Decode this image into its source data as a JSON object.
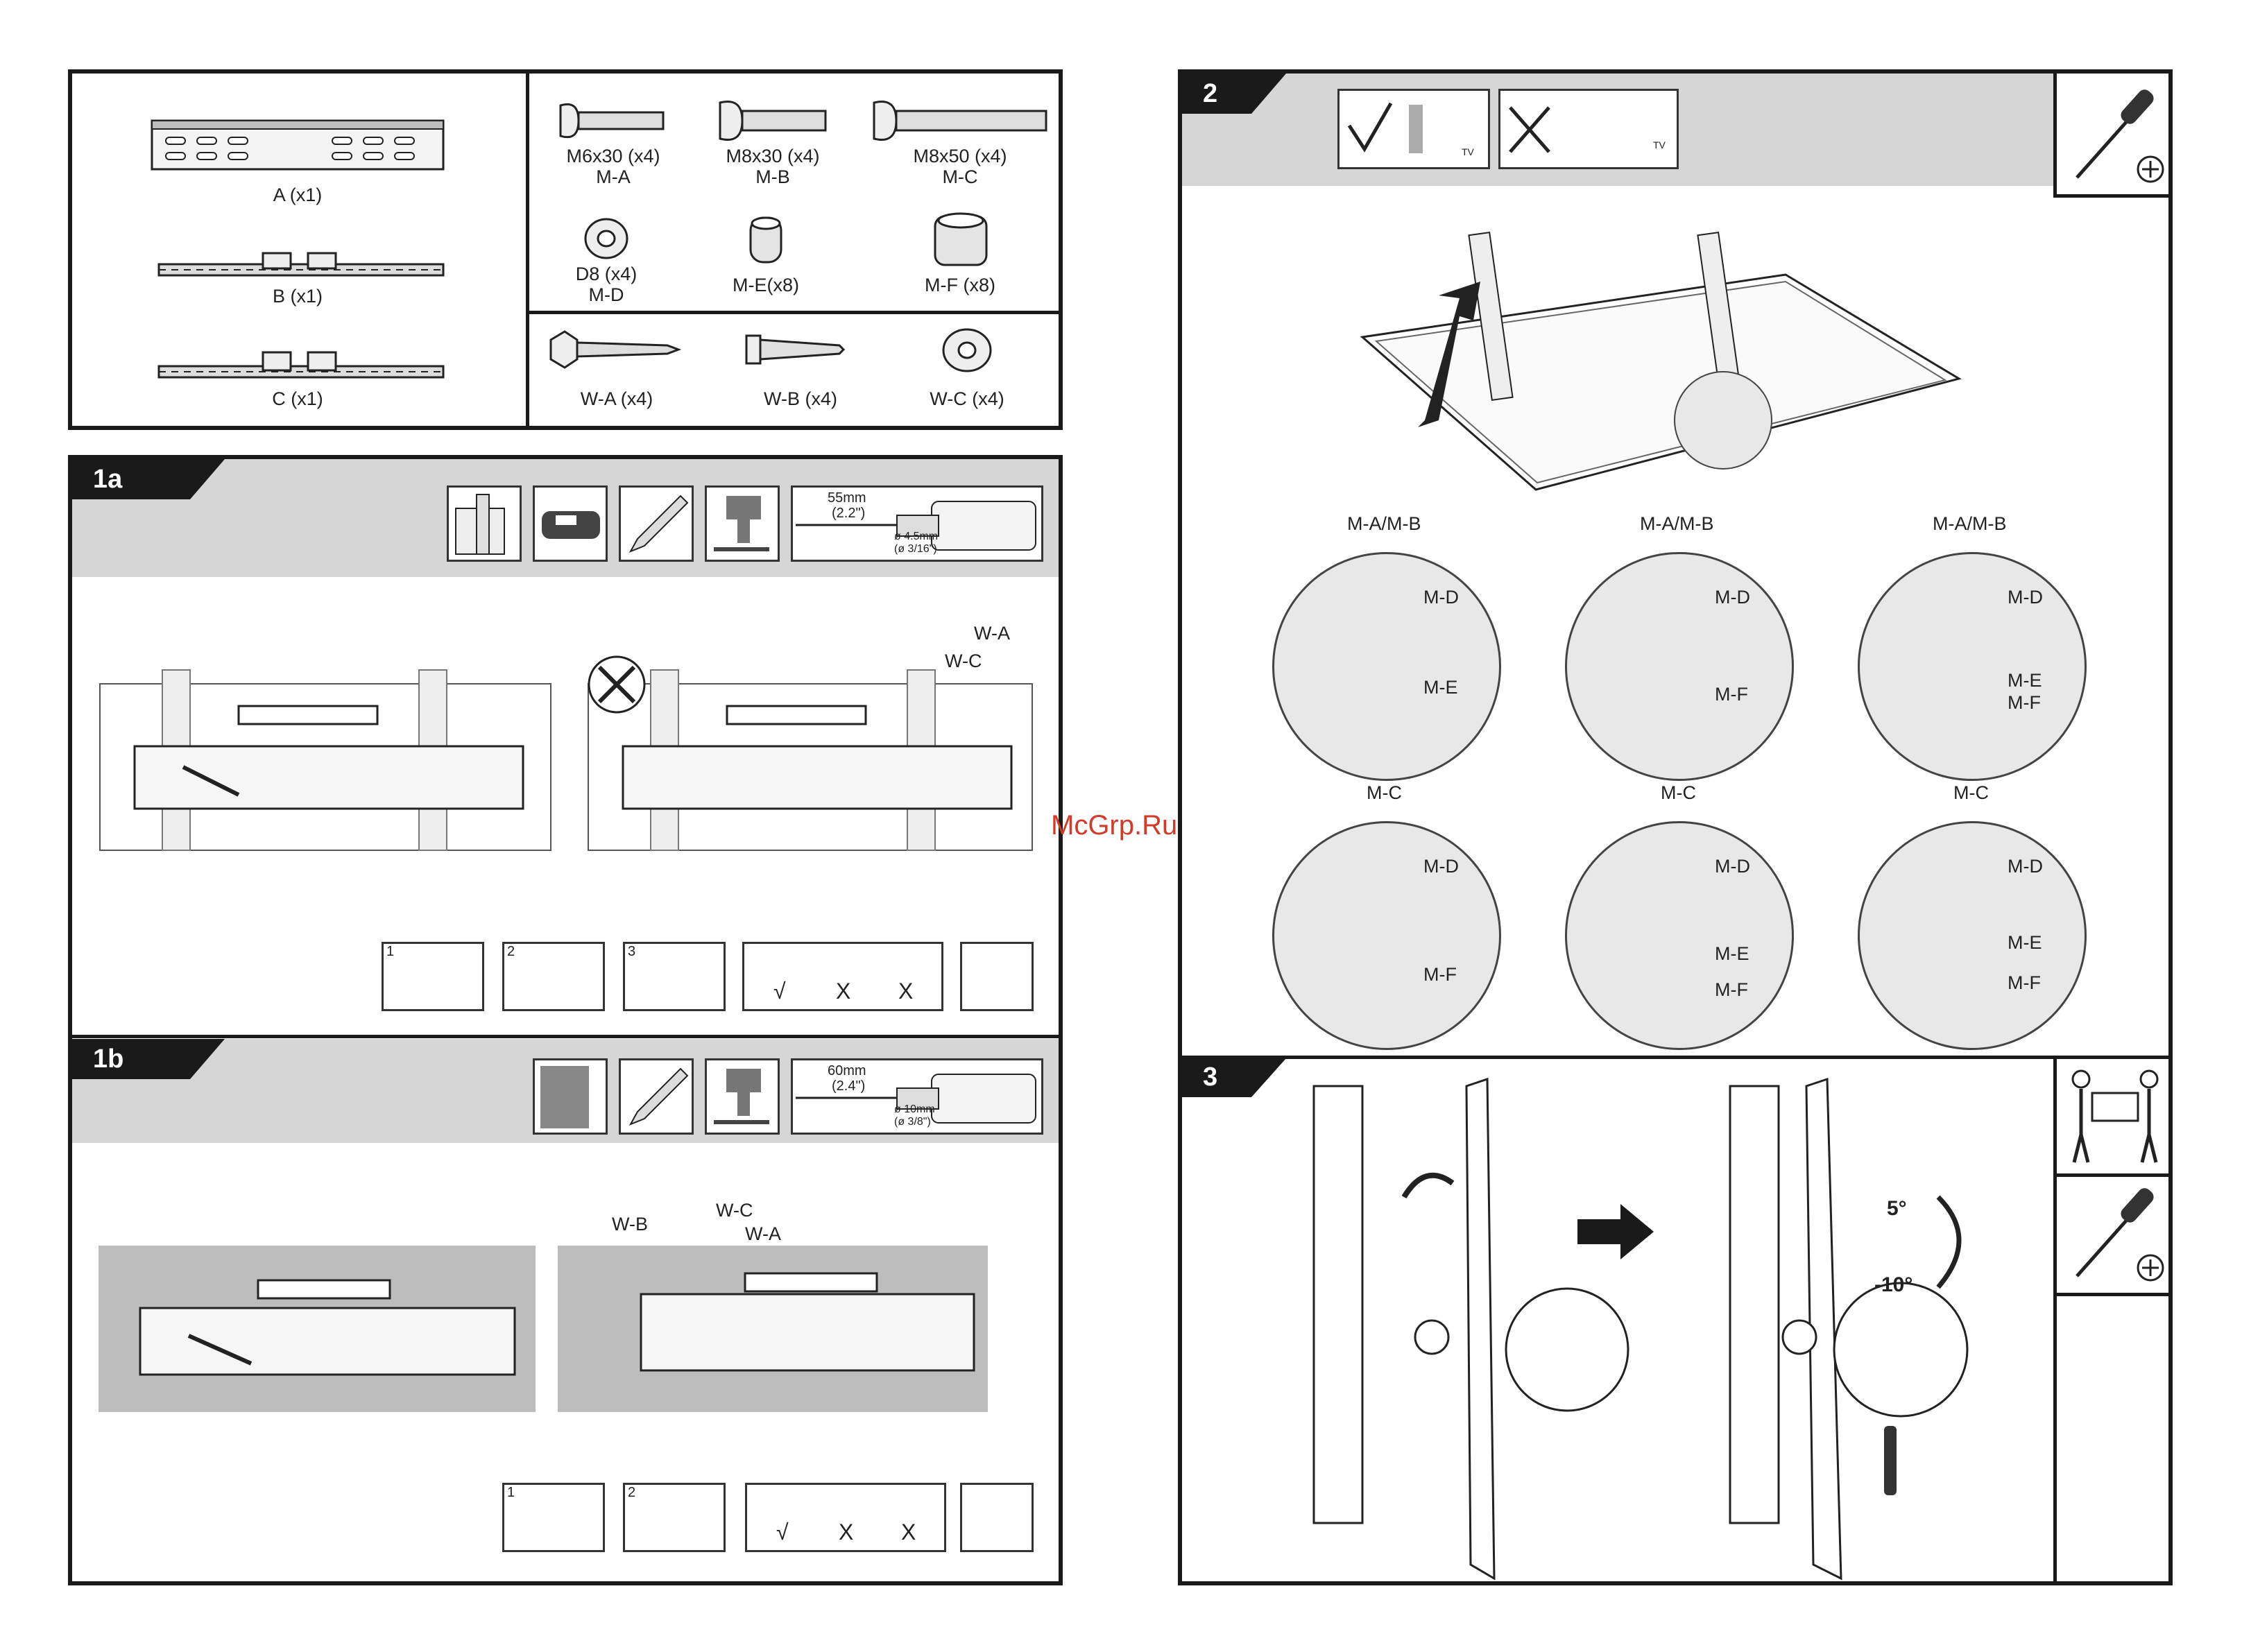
{
  "parts": {
    "rails": [
      {
        "label": "A (x1)"
      },
      {
        "label": "B (x1)"
      },
      {
        "label": "C (x1)"
      }
    ],
    "screws": [
      {
        "label": "M6x30 (x4)",
        "code": "M-A"
      },
      {
        "label": "M8x30 (x4)",
        "code": "M-B"
      },
      {
        "label": "M8x50 (x4)",
        "code": "M-C"
      }
    ],
    "spacers": [
      {
        "label": "D8 (x4)",
        "code": "M-D"
      },
      {
        "label": "M-E(x8)"
      },
      {
        "label": "M-F (x8)"
      }
    ],
    "wall": [
      {
        "label": "W-A (x4)"
      },
      {
        "label": "W-B (x4)"
      },
      {
        "label": "W-C (x4)"
      }
    ]
  },
  "step1a": {
    "number": "1a",
    "drill_depth": "55mm",
    "drill_depth_in": "(2.2\")",
    "bit_size": "ø 4.5mm",
    "bit_size_in": "(ø 3/16\")",
    "callouts": [
      "W-A",
      "W-C"
    ],
    "substeps": [
      "1",
      "2",
      "3"
    ],
    "level_marks": [
      "√",
      "X",
      "X"
    ]
  },
  "step1b": {
    "number": "1b",
    "drill_depth": "60mm",
    "drill_depth_in": "(2.4\")",
    "bit_size": "ø 10mm",
    "bit_size_in": "(ø 3/8\")",
    "callouts": [
      "W-B",
      "W-C",
      "W-A"
    ],
    "substeps": [
      "1",
      "2"
    ],
    "level_marks": [
      "√",
      "X",
      "X"
    ]
  },
  "step2": {
    "number": "2",
    "tv_tag": "TV",
    "details": [
      {
        "top": "M-A/M-B",
        "labels": [
          "M-D",
          "M-E"
        ]
      },
      {
        "top": "M-A/M-B",
        "labels": [
          "M-D",
          "M-F"
        ]
      },
      {
        "top": "M-A/M-B",
        "labels": [
          "M-D",
          "M-E",
          "M-F"
        ]
      },
      {
        "top": "M-C",
        "labels": [
          "M-D",
          "M-F"
        ]
      },
      {
        "top": "M-C",
        "labels": [
          "M-D",
          "M-E",
          "M-F"
        ]
      },
      {
        "top": "M-C",
        "labels": [
          "M-D",
          "M-E",
          "M-F"
        ]
      }
    ]
  },
  "step3": {
    "number": "3",
    "tilt_up": "5°",
    "tilt_down": "-10°"
  },
  "watermark": "McGrp.Ru"
}
